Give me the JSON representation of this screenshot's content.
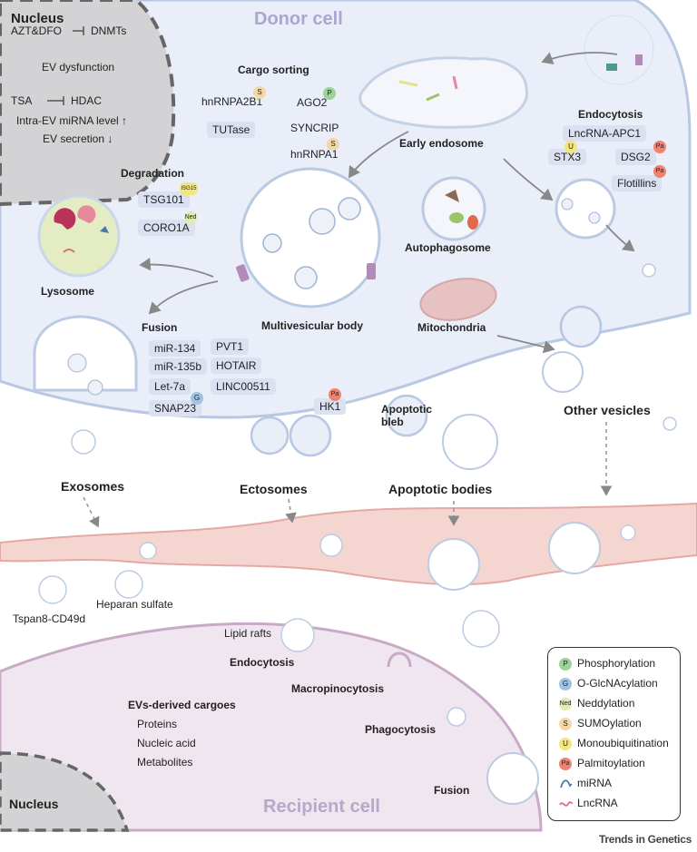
{
  "titles": {
    "donor_cell": "Donor cell",
    "recipient_cell": "Recipient cell"
  },
  "nucleus_box": {
    "title": "Nucleus",
    "line1_a": "AZT&DFO",
    "line1_b": "DNMTs",
    "line2": "EV dysfunction",
    "line3_a": "TSA",
    "line3_b": "HDAC",
    "line4": "Intra-EV miRNA level ↑",
    "line5": "EV secretion ↓"
  },
  "cargo_sorting": {
    "title": "Cargo sorting",
    "items": [
      "hnRNPA2B1",
      "AGO2",
      "TUTase",
      "SYNCRIP",
      "hnRNPA1"
    ]
  },
  "endocytosis_donor": {
    "title": "Endocytosis",
    "items": [
      "LncRNA-APC1",
      "STX3",
      "DSG2",
      "Flotillins"
    ]
  },
  "degradation": {
    "title": "Degradation",
    "items": [
      "TSG101",
      "CORO1A"
    ]
  },
  "fusion_donor": {
    "title": "Fusion",
    "items": [
      "miR-134",
      "PVT1",
      "miR-135b",
      "HOTAIR",
      "Let-7a",
      "LINC00511",
      "SNAP23",
      "HK1"
    ]
  },
  "badges": {
    "s": "S",
    "p": "P",
    "u": "U",
    "pa": "Pa",
    "g": "G",
    "ned": "Ned",
    "isg15": "ISG15"
  },
  "organelles": {
    "early_endosome": "Early endosome",
    "multivesicular_body": "Multivesicular body",
    "lysosome": "Lysosome",
    "autophagosome": "Autophagosome",
    "mitochondria": "Mitochondria",
    "apoptotic_bleb": "Apoptotic\nbleb",
    "other_vesicles": "Other vesicles"
  },
  "ev_types": {
    "exosomes": "Exosomes",
    "ectosomes": "Ectosomes",
    "apoptotic_bodies": "Apoptotic bodies"
  },
  "uptake": {
    "tspan": "Tspan8-CD49d",
    "heparan": "Heparan sulfate",
    "lipid_rafts": "Lipid rafts",
    "endocytosis": "Endocytosis",
    "macropinocytosis": "Macropinocytosis",
    "phagocytosis": "Phagocytosis",
    "fusion": "Fusion"
  },
  "recipient": {
    "cargo_title": "EVs-derived cargoes",
    "cargo_items": [
      "Proteins",
      "Nucleic acid",
      "Metabolites"
    ],
    "nucleus": "Nucleus"
  },
  "legend": {
    "items": [
      {
        "icon": "P",
        "label": "Phosphorylation",
        "color": "#9dd39a"
      },
      {
        "icon": "G",
        "label": "O-GlcNAcylation",
        "color": "#9fc3e3"
      },
      {
        "icon": "Ned",
        "label": "Neddylation",
        "color": "#e0ecb0"
      },
      {
        "icon": "S",
        "label": "SUMOylation",
        "color": "#f3d7a6"
      },
      {
        "icon": "U",
        "label": "Monoubiquitination",
        "color": "#f2e67d"
      },
      {
        "icon": "Pa",
        "label": "Palmitoylation",
        "color": "#f08272"
      },
      {
        "icon": "miRNA-icon",
        "label": "miRNA",
        "color": "#4a78b0"
      },
      {
        "icon": "lncrna-icon",
        "label": "LncRNA",
        "color": "#d9707f"
      }
    ]
  },
  "credit": "Trends in Genetics",
  "colors": {
    "donor_cell_fill": "#e9eef8",
    "donor_cell_stroke": "#b9c8e2",
    "nucleus_fill": "#d3d3d6",
    "vessel_fill": "#f5d5d0",
    "recipient_fill": "#f0e6ef",
    "recipient_stroke": "#c8aac7",
    "pill_fill": "#dbe1f1"
  }
}
